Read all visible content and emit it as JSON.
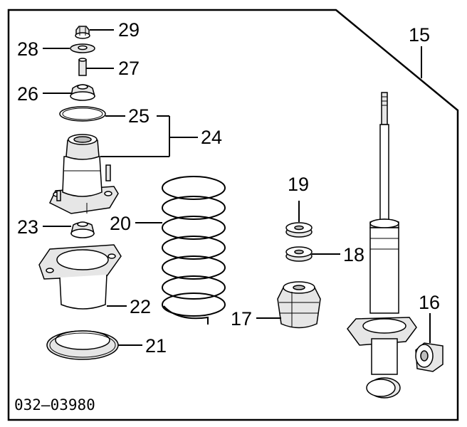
{
  "diagram": {
    "reference_code": "032–03980",
    "callouts": {
      "p15": "15",
      "p16": "16",
      "p17": "17",
      "p18": "18",
      "p19": "19",
      "p20": "20",
      "p21": "21",
      "p22": "22",
      "p23": "23",
      "p24": "24",
      "p25": "25",
      "p26": "26",
      "p27": "27",
      "p28": "28",
      "p29": "29"
    }
  }
}
